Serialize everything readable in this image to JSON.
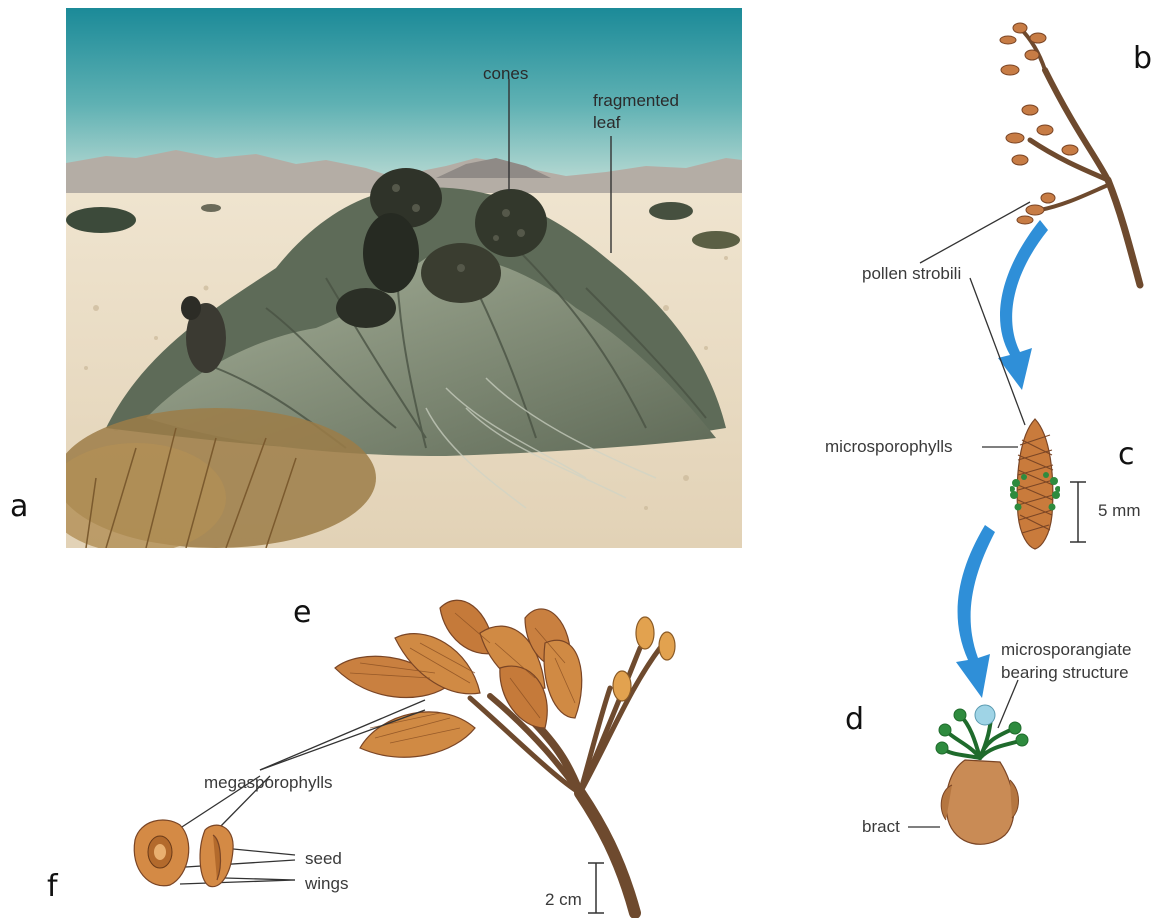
{
  "panels": {
    "a": "a",
    "b": "b",
    "c": "c",
    "d": "d",
    "e": "e",
    "f": "f"
  },
  "labels": {
    "cones": "cones",
    "fragmented_leaf_1": "fragmented",
    "fragmented_leaf_2": "leaf",
    "pollen_strobili": "pollen strobili",
    "microsporophylls": "microsporophylls",
    "scale_5mm": "5 mm",
    "microsporangiate_1": "microsporangiate",
    "microsporangiate_2": "bearing structure",
    "bract": "bract",
    "megasporophylls": "megasporophylls",
    "seed": "seed",
    "wings": "wings",
    "scale_2cm": "2 cm"
  },
  "colors": {
    "sky_top": "#1f8f9a",
    "sky_bottom": "#a9d4cf",
    "desert": "#e8dcc6",
    "leaf": "#8e9a82",
    "cone_brown": "#c9843e",
    "stem_brown": "#6e4a2e",
    "arrow_blue": "#2f8fd8",
    "sporangia_green": "#2e8b3e"
  }
}
